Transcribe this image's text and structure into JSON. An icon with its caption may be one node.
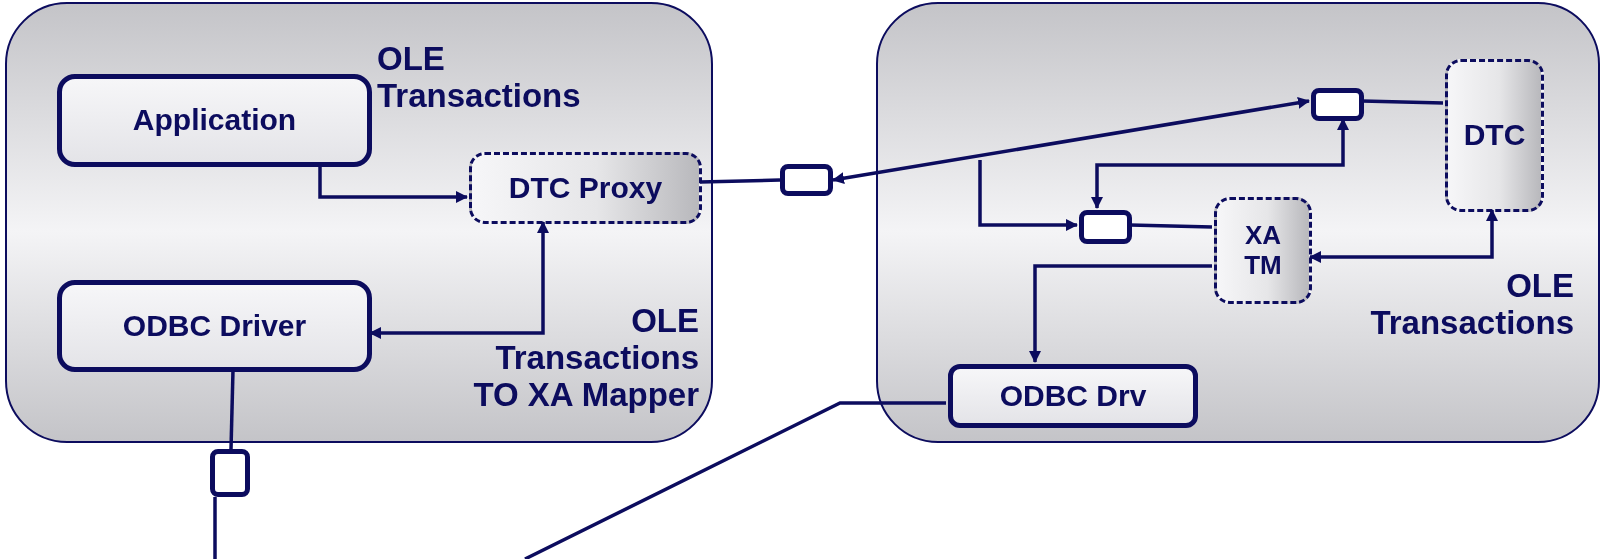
{
  "diagram": {
    "nodes": [
      {
        "text": [],
        "shape": "box"
      },
      {
        "text": [
          "Application"
        ],
        "in": 0
      },
      {
        "text": [
          "DTC Proxy"
        ],
        "in": 0
      },
      {
        "text": [
          "ODBC Driver"
        ],
        "in": 0
      },
      {
        "text": [],
        "shape": "box"
      },
      {
        "text": [],
        "shape": "box"
      },
      {
        "text": [],
        "shape": "box",
        "in": 4
      },
      {
        "text": [
          "DTC"
        ],
        "in": 4
      },
      {
        "text": [],
        "shape": "box",
        "in": 4
      },
      {
        "text": [
          "XA TM"
        ],
        "in": 4
      },
      {
        "text": [
          "ODBC Drv"
        ],
        "in": 4
      },
      {
        "text": [],
        "shape": "box"
      }
    ],
    "edges": [
      {
        "from": 1,
        "to": 2,
        "arrow": "to"
      },
      {
        "from": 2,
        "to": 3,
        "arrow": "both"
      },
      {
        "from": 2,
        "to": 5,
        "arrow": "none"
      },
      {
        "from": 5,
        "to": 6,
        "arrow": "both"
      },
      {
        "from": 6,
        "to": 7,
        "arrow": "none"
      },
      {
        "from": 6,
        "to": 8,
        "arrow": "both"
      },
      {
        "from": null,
        "to": 8,
        "arrow": "to"
      },
      {
        "from": 8,
        "to": 9,
        "arrow": "none"
      },
      {
        "from": 9,
        "to": 7,
        "arrow": "both"
      },
      {
        "from": 9,
        "to": 10,
        "arrow": "to"
      },
      {
        "from": 10,
        "to": null,
        "arrow": "none"
      },
      {
        "from": 3,
        "to": 11,
        "arrow": "none"
      },
      {
        "from": 11,
        "to": null,
        "arrow": "none"
      }
    ],
    "labels": [
      "OLE Transactions",
      "OLE Transactions TO XA Mapper",
      "OLE Transactions"
    ]
  }
}
